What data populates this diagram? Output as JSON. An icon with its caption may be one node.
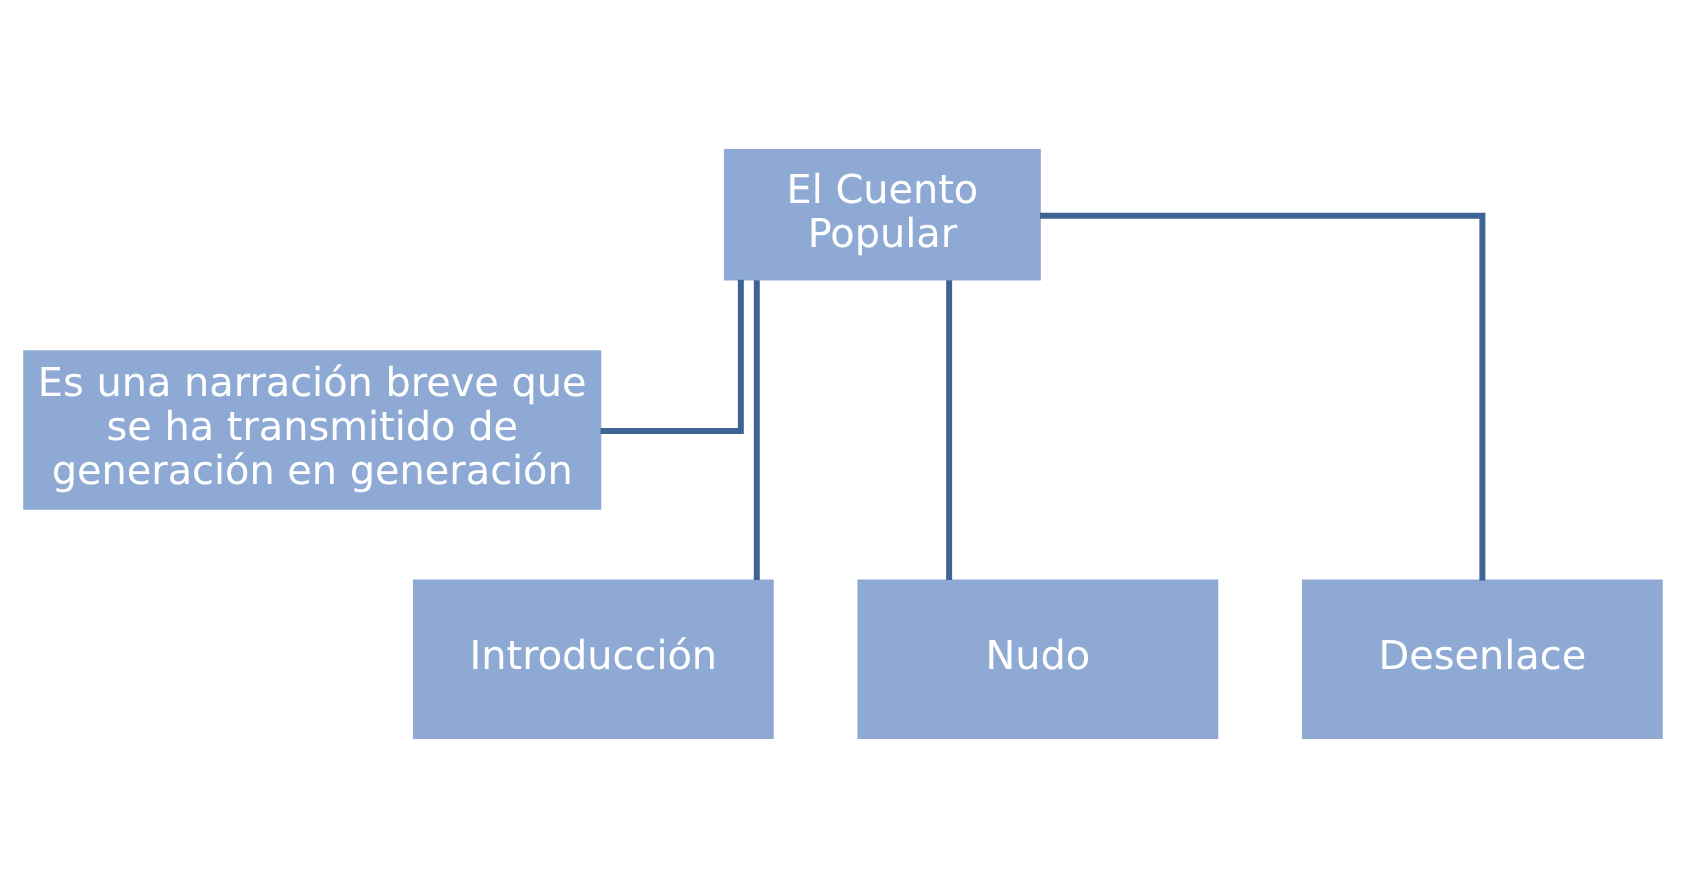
{
  "diagram": {
    "nodes": [
      {
        "text": [
          "El Cuento Popular"
        ]
      },
      {
        "text": [
          "Es una narración breve que se ha transmitido de generación en generación"
        ]
      },
      {
        "text": [
          "Introducción"
        ]
      },
      {
        "text": [
          "Nudo"
        ]
      },
      {
        "text": [
          "Desenlace"
        ]
      }
    ],
    "edges": [
      {
        "from": 0,
        "to": 1,
        "arrow": "none"
      },
      {
        "from": 0,
        "to": 2,
        "arrow": "none"
      },
      {
        "from": 0,
        "to": 3,
        "arrow": "none"
      },
      {
        "from": 0,
        "to": 4,
        "arrow": "none"
      }
    ]
  }
}
